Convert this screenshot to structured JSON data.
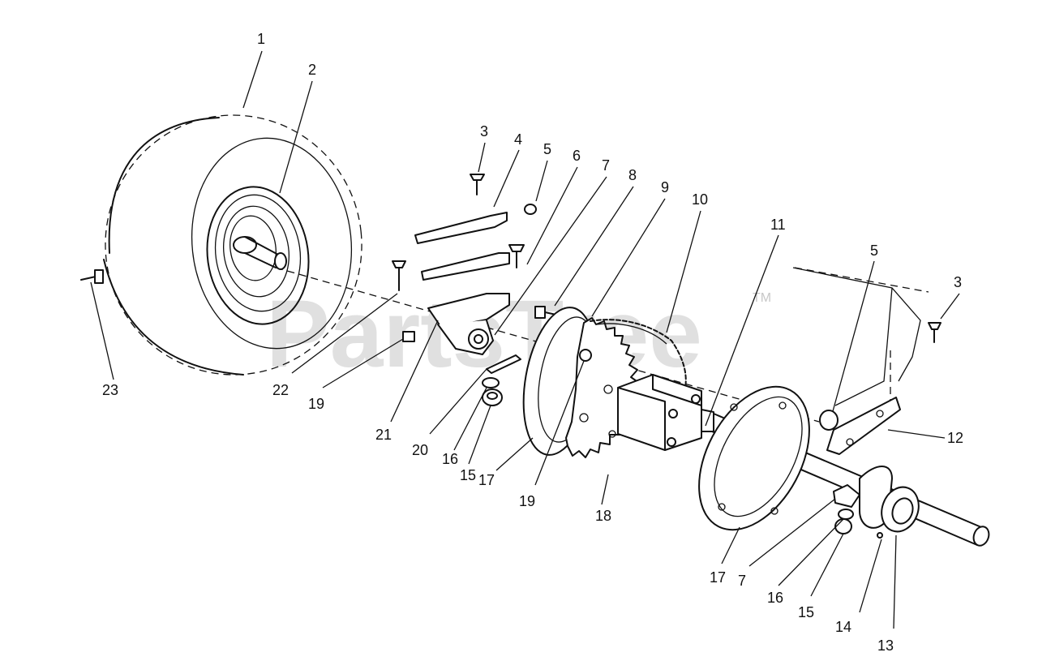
{
  "watermark": {
    "text": "PartsTree",
    "trademark": "TM"
  },
  "callouts": [
    "1",
    "2",
    "3",
    "4",
    "5",
    "6",
    "7",
    "8",
    "9",
    "10",
    "11",
    "12",
    "13",
    "14",
    "15",
    "16",
    "17",
    "18",
    "19",
    "20",
    "21",
    "22",
    "23",
    "5",
    "3",
    "19",
    "16",
    "15",
    "17",
    "17",
    "7",
    "16",
    "15"
  ]
}
